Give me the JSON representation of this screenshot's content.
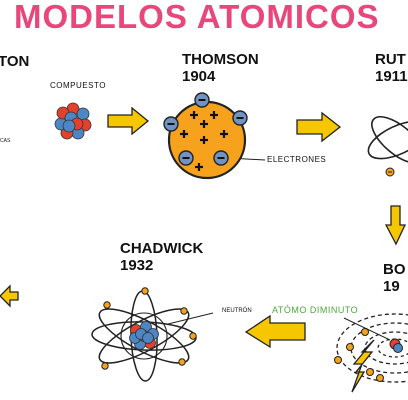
{
  "title": "MODELOS ATOMICOS",
  "colors": {
    "title": "#e8477b",
    "arrow_fill": "#f6c700",
    "nucleon_red": "#e2412e",
    "nucleon_blue": "#4d86c4",
    "thomson_body": "#f6a21d",
    "electron_blue": "#6f93c2",
    "green_label": "#4caa3c"
  },
  "models": {
    "dalton": {
      "name": "TON",
      "note": "CAS"
    },
    "compuesto": {
      "label": "COMPUESTO"
    },
    "thomson": {
      "name": "THOMSON",
      "year": "1904",
      "electrons_label": "ELECTRONES"
    },
    "rutherford": {
      "name": "RUT",
      "year": "1911"
    },
    "chadwick": {
      "name": "CHADWICK",
      "year": "1932",
      "neutron_label": "NEUTRÓN"
    },
    "bohr": {
      "name": "BO",
      "year": "19",
      "small_atom_label": "ATÓMO DIMINUTO"
    }
  },
  "icons": [
    "nucleus-cluster-icon",
    "plum-pudding-atom-icon",
    "electron-orbit-icon",
    "lightning-icon"
  ]
}
